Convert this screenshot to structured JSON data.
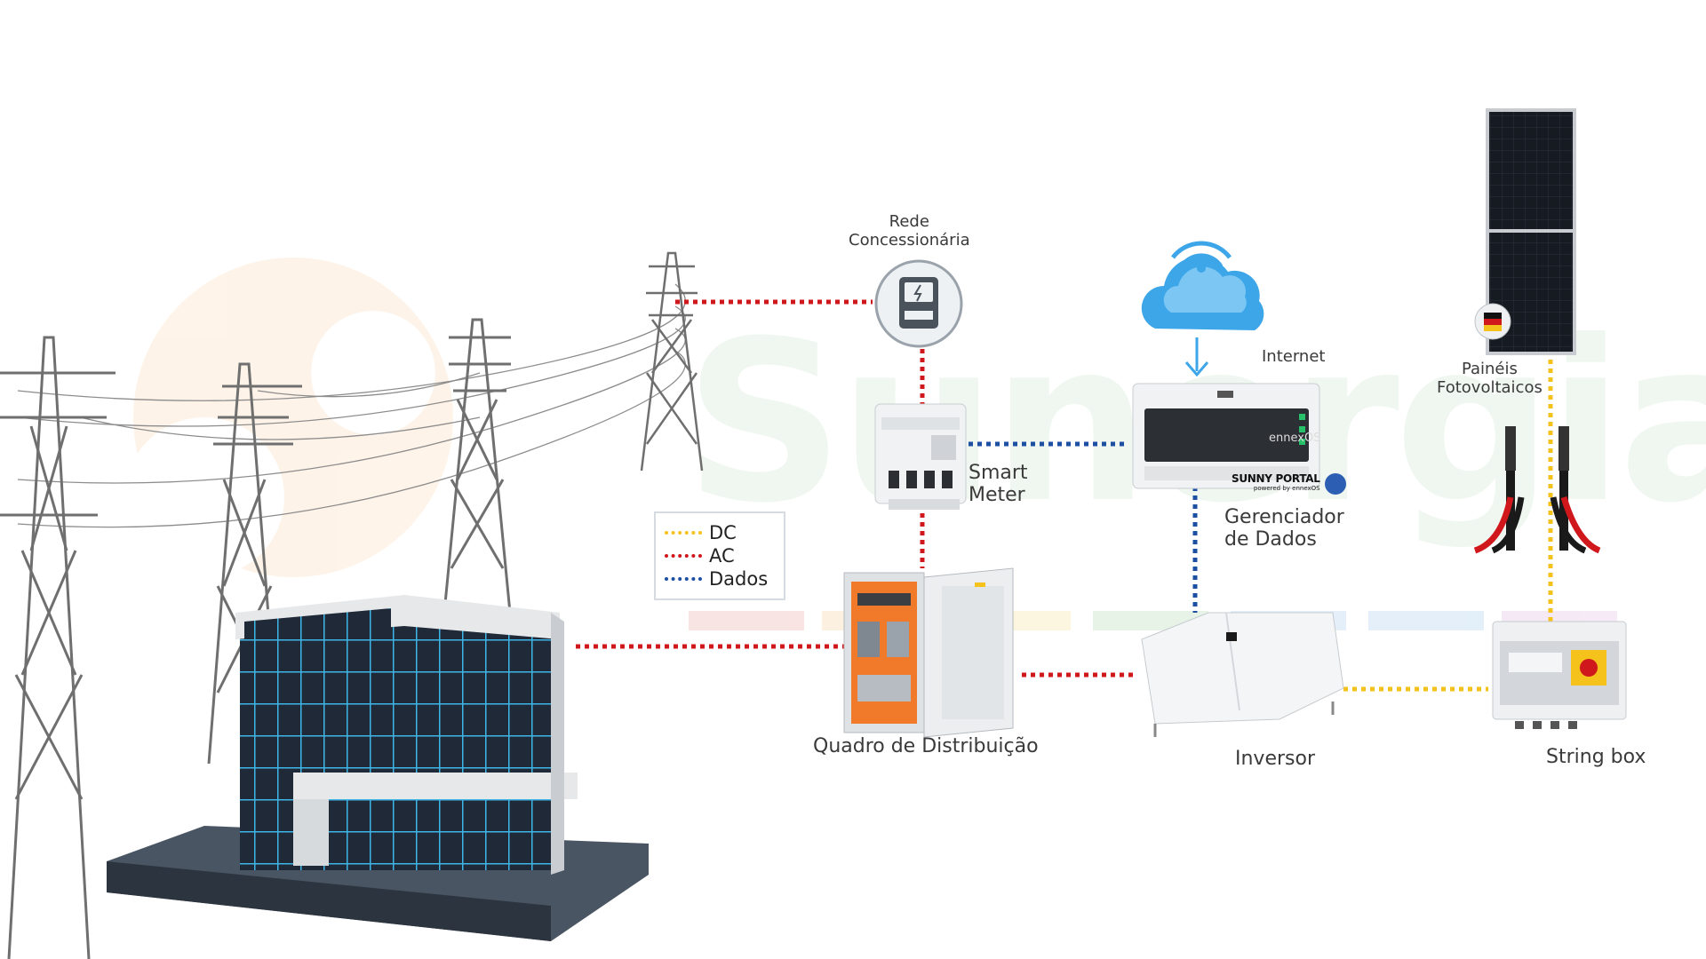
{
  "watermark": {
    "text": "Sunergia",
    "mark": "®"
  },
  "labels": {
    "rede": [
      "Rede",
      "Concessionária"
    ],
    "internet": "Internet",
    "paineis": [
      "Painéis",
      "Fotovoltaicos"
    ],
    "smart_meter": [
      "Smart",
      "Meter"
    ],
    "gerenciador": [
      "Gerenciador",
      "de Dados"
    ],
    "quadro": "Quadro de Distribuição",
    "inversor": "Inversor",
    "string_box": "String box"
  },
  "legend": [
    {
      "label": "DC",
      "color": "#f5c21b"
    },
    {
      "label": "AC",
      "color": "#d0181c"
    },
    {
      "label": "Dados",
      "color": "#1d4fa3"
    }
  ],
  "device_text": {
    "sunny_portal": "SUNNY PORTAL",
    "powered_by": "powered by ennexOS",
    "ennexos": "ennexOS"
  },
  "colors": {
    "dc": "#f5c21b",
    "ac": "#d0181c",
    "data": "#1d4fa3",
    "tower": "#7a7a7a",
    "building_glass": "#24303f",
    "building_frame": "#e6e8ea",
    "cabinet_orange": "#f07a2a",
    "cloud": "#3da6e8",
    "panel": "#1b1f26"
  },
  "icons": [
    "pylon-icon",
    "building-icon",
    "meter-icon",
    "cloud-wifi-icon",
    "arrow-down-icon",
    "data-manager-icon",
    "solar-panel-icon",
    "cable-icon",
    "distribution-cabinet-icon",
    "inverter-icon",
    "string-box-icon",
    "smart-meter-icon"
  ]
}
